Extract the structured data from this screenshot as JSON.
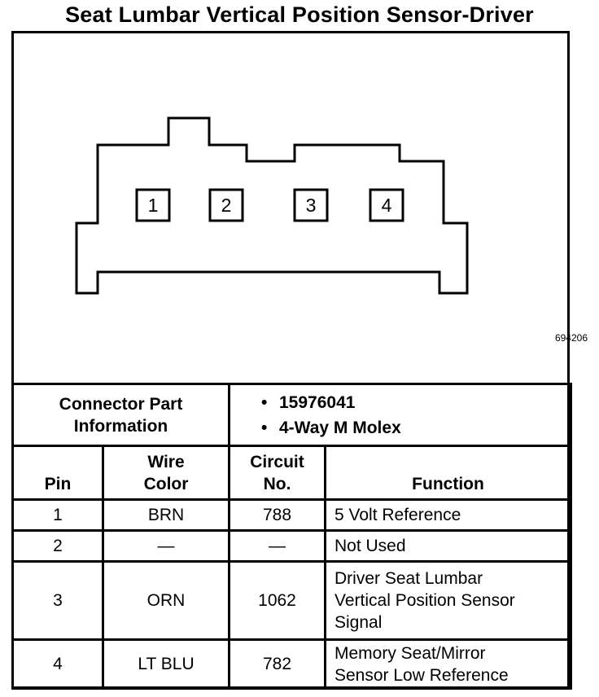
{
  "title": "Seat Lumbar Vertical Position Sensor-Driver",
  "figure_id": "694206",
  "connector": {
    "pins": [
      "1",
      "2",
      "3",
      "4"
    ]
  },
  "part_info": {
    "label_line1": "Connector Part",
    "label_line2": "Information",
    "bullet": "•",
    "items": [
      "15976041",
      "4-Way M Molex"
    ]
  },
  "table": {
    "headers": {
      "pin": "Pin",
      "wire_color_line1": "Wire",
      "wire_color_line2": "Color",
      "circuit_line1": "Circuit",
      "circuit_line2": "No.",
      "function": "Function"
    },
    "rows": [
      {
        "pin": "1",
        "wire_color": "BRN",
        "circuit": "788",
        "function_lines": [
          "5 Volt Reference"
        ]
      },
      {
        "pin": "2",
        "wire_color": "—",
        "circuit": "—",
        "function_lines": [
          "Not Used"
        ]
      },
      {
        "pin": "3",
        "wire_color": "ORN",
        "circuit": "1062",
        "function_lines": [
          "Driver Seat Lumbar",
          "Vertical Position Sensor",
          "Signal"
        ]
      },
      {
        "pin": "4",
        "wire_color": "LT BLU",
        "circuit": "782",
        "function_lines": [
          "Memory Seat/Mirror",
          "Sensor Low Reference"
        ]
      }
    ]
  }
}
